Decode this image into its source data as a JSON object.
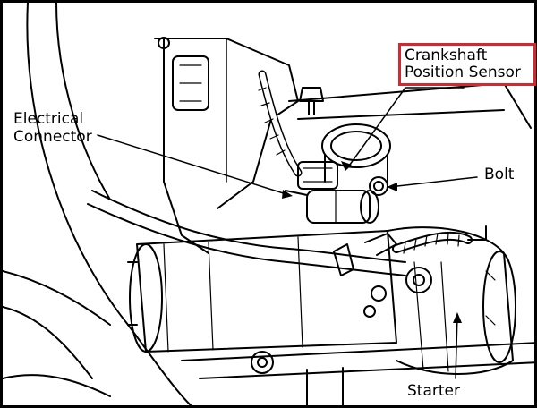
{
  "diagram": {
    "labels": {
      "sensor_line1": "Crankshaft",
      "sensor_line2": "Position Sensor",
      "connector_line1": "Electrical",
      "connector_line2": "Connector",
      "bolt": "Bolt",
      "starter": "Starter"
    },
    "colors": {
      "highlight_box": "#d7262e",
      "ink": "#000000",
      "background": "#ffffff"
    }
  }
}
